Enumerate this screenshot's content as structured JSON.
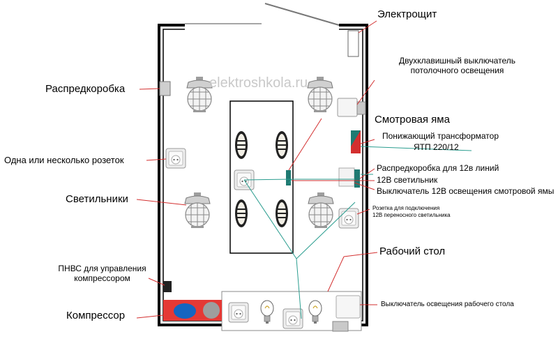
{
  "watermark": "elektroshkola.ru",
  "colors": {
    "wall": "#000000",
    "leader": "#d32f2f",
    "cable": "#2a9d8f",
    "compressor_body": "#e53935",
    "compressor_tank": "#1565c0",
    "transformer": "#c62828",
    "junction_teal": "#1f7a72"
  },
  "labels": {
    "panel": "Электрощит",
    "double_switch_1": "Двухклавишный выключатель",
    "double_switch_2": "потолочного освещения",
    "junction_box": "Распредкоробка",
    "pit": "Смотровая яма",
    "transformer_1": "Понижающий трансформатор",
    "transformer_2": "ЯТП 220/12",
    "sockets": "Одна или несколько розеток",
    "junction_12v": "Распредкоробка для 12в линий",
    "lamp_12v": "12В светильник",
    "switch_12v": "Выключатель 12В освещения смотровой ямы",
    "lamps": "Светильники",
    "socket_12v_1": "Розетка для подключения",
    "socket_12v_2": "12В переносного светильника",
    "pnvs_1": "ПНВС для управления",
    "pnvs_2": "компрессором",
    "workbench": "Рабочий стол",
    "compressor": "Компрессор",
    "bench_switch": "Выключатель освещения рабочего стола"
  },
  "icons": [
    "ceiling-lamp-icon",
    "bulkhead-lamp-icon",
    "socket-icon",
    "switch-icon",
    "light-bulb-icon",
    "junction-box-icon",
    "transformer-icon",
    "compressor-icon"
  ]
}
